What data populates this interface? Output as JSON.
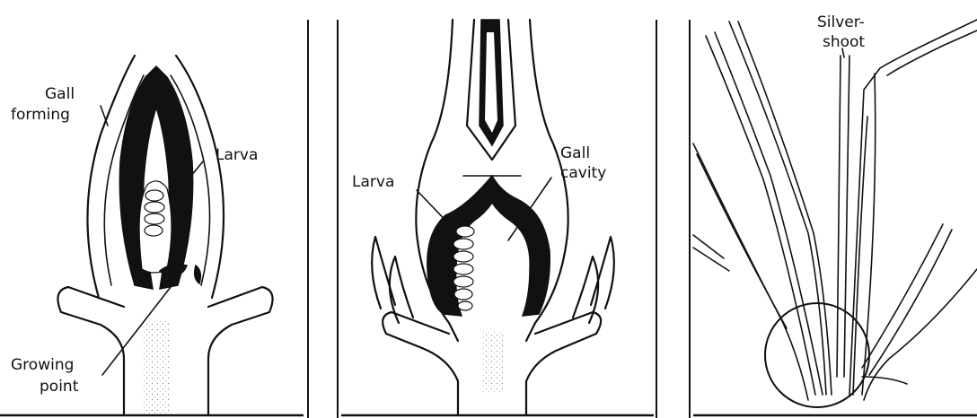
{
  "panels": [
    {
      "labels": {
        "gall_forming_1": "Gall",
        "gall_forming_2": "forming",
        "larva": "Larva",
        "growing_point_1": "Growing",
        "growing_point_2": "point"
      }
    },
    {
      "labels": {
        "larva": "Larva",
        "gall_cavity_1": "Gall",
        "gall_cavity_2": "cavity"
      }
    },
    {
      "labels": {
        "silver_shoot_1": "Silver-",
        "silver_shoot_2": "shoot"
      }
    }
  ]
}
